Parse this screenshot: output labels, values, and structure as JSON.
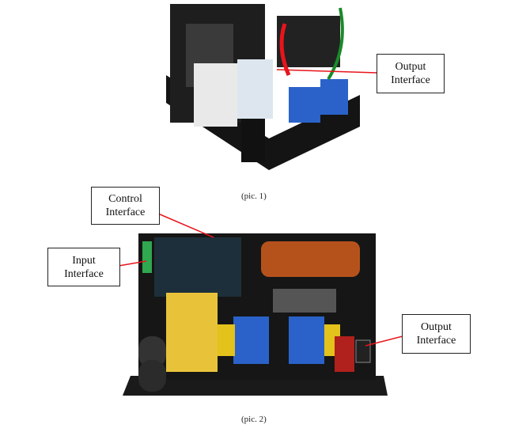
{
  "figure1": {
    "caption": "(pic. 1)",
    "callouts": [
      {
        "line1": "Output",
        "line2": "Interface"
      }
    ]
  },
  "figure2": {
    "caption": "(pic. 2)",
    "callouts": [
      {
        "line1": "Control",
        "line2": "Interface"
      },
      {
        "line1": "Input",
        "line2": "Interface"
      },
      {
        "line1": "Output",
        "line2": "Interface"
      }
    ]
  },
  "colors": {
    "leader_line": "#e8141b",
    "board": "#1a1a1a",
    "coil": "#b5521b",
    "transformer": "#2a62c9",
    "capacitor": "#e3c21b"
  }
}
